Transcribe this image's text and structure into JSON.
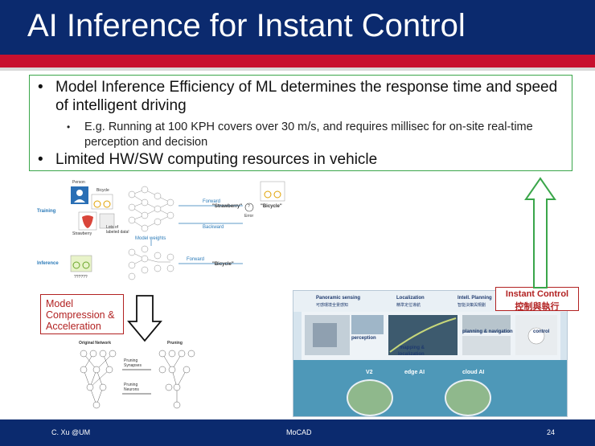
{
  "slide": {
    "title": "AI Inference for Instant Control"
  },
  "bullets": {
    "b1": "Model Inference Efficiency of ML determines the response time and speed of intelligent driving",
    "b2": "E.g. Running at 100 KPH covers over 30 m/s, and requires millisec for on-site real-time perception and decision",
    "b3": "Limited HW/SW computing resources in vehicle",
    "dot": "•"
  },
  "training_diagram": {
    "training_label": "Training",
    "inference_label": "Inference",
    "person": "Person",
    "bicycle": "Bicycle",
    "strawberry": "Strawberry",
    "lots_of": "Lots of",
    "labeled_data": "labeled data!",
    "forward": "Forward",
    "backward": "Backward",
    "strawberry_quoted": "\"Strawberry\"",
    "bicycle_quoted": "\"Bicycle\"",
    "error": "Error",
    "question": "?",
    "model_weights": "Model weights",
    "unknown": "??????",
    "forward2": "Forward",
    "bicycle_quoted2": "\"Bicycle\""
  },
  "compression": {
    "label": "Model Compression & Acceleration"
  },
  "pruning": {
    "original_network": "Original Network",
    "pruning": "Pruning",
    "pruning_synapses": "Pruning Synapses",
    "pruning_neurons": "Pruning Neurons"
  },
  "right_panel": {
    "panoramic": "Panoramic sensing",
    "panoramic_zh": "可感環境全景感知",
    "localization": "Localization",
    "localization_zh": "精準定位導航",
    "planning": "Intell. Planning",
    "planning_zh": "智能決策與規劃",
    "perception": "perception",
    "mapping": "mapping &",
    "mapping2": "localization",
    "planning_nav": "planning & navigation",
    "control": "control",
    "v2": "V2",
    "edge_ai": "edge AI",
    "cloud_ai": "cloud AI"
  },
  "instant": {
    "en": "Instant Control",
    "zh": "控制與執行"
  },
  "footer": {
    "left": "C. Xu @UM",
    "center": "MoCAD",
    "page": "24"
  }
}
